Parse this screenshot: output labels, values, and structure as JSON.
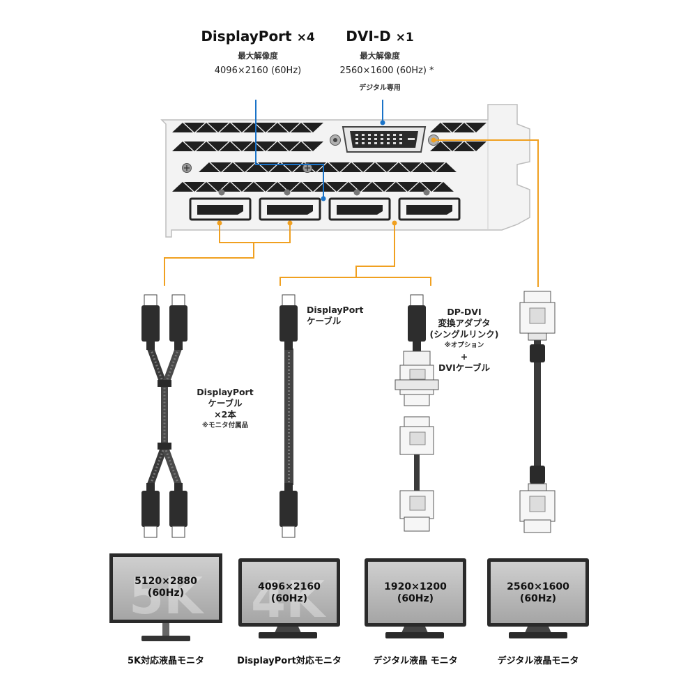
{
  "header": {
    "dp": {
      "title": "DisplayPort",
      "mult": "×4",
      "sub": "最大解像度",
      "res": "4096×2160 (60Hz)"
    },
    "dvi": {
      "title": "DVI-D",
      "mult": "×1",
      "sub": "最大解像度",
      "res": "2560×1600 (60Hz) *",
      "note": "デジタル専用"
    }
  },
  "cables": {
    "dual": {
      "line1": "DisplayPort",
      "line2": "ケーブル",
      "line3": "×2本",
      "note": "※モニタ付属品"
    },
    "dp": {
      "line1": "DisplayPort",
      "line2": "ケーブル"
    },
    "adapter": {
      "line1": "DP-DVI",
      "line2": "変換アダプタ",
      "line3": "(シングルリンク)",
      "note": "※オプション",
      "plus": "+",
      "line4": "DVIケーブル"
    }
  },
  "monitors": [
    {
      "watermark": "5K",
      "res": "5120×2880",
      "hz": "(60Hz)",
      "caption": "5K対応液晶モニタ"
    },
    {
      "watermark": "4K",
      "res": "4096×2160",
      "hz": "(60Hz)",
      "caption": "DisplayPort対応モニタ"
    },
    {
      "watermark": "",
      "res": "1920×1200",
      "hz": "(60Hz)",
      "caption": "デジタル液晶 モニタ"
    },
    {
      "watermark": "",
      "res": "2560×1600",
      "hz": "(60Hz)",
      "caption": "デジタル液晶モニタ"
    }
  ],
  "colors": {
    "orange": "#f0a020",
    "blue": "#1a73c8",
    "bracket": "#f2f2f2",
    "monitor_bezel": "#2a2a2a"
  }
}
